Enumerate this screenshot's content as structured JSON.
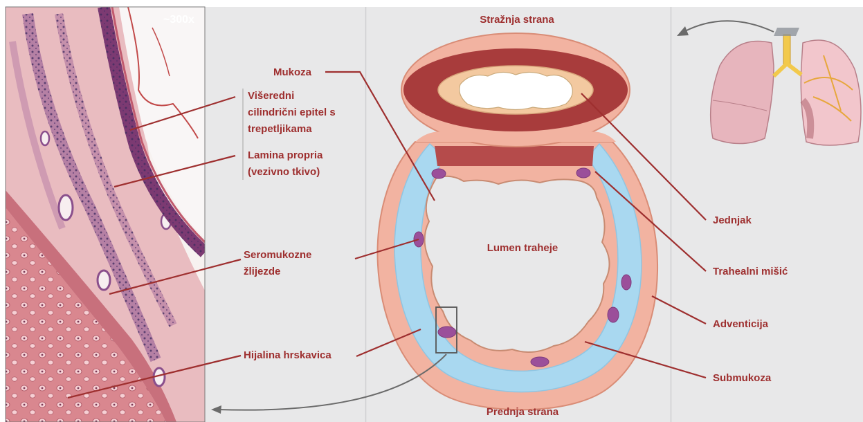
{
  "magnification": "~300x",
  "orientation": {
    "posterior": "Stražnja strana",
    "anterior": "Prednja strana"
  },
  "labels": {
    "mucosa": "Mukoza",
    "epithelium_l1": "Višeredni",
    "epithelium_l2": "cilindrični epitel s",
    "epithelium_l3": "trepetljikama",
    "lamina_l1": "Lamina propria",
    "lamina_l2": "(vezivno tkivo)",
    "glands_l1": "Seromukozne",
    "glands_l2": "žlijezde",
    "cartilage": "Hijalina hrskavica",
    "lumen": "Lumen traheje",
    "esophagus": "Jednjak",
    "trachealis": "Trahealni mišić",
    "adventitia": "Adventicija",
    "submucosa": "Submukoza"
  },
  "colors": {
    "label": "#9e2f2f",
    "leader": "#9e2f2f",
    "panel": "#e8e8e9",
    "cartilage": "#a9d8f0",
    "submucosa": "#f2b3a1",
    "muscle": "#b54b4b",
    "gland": "#9b4f9a",
    "arrow": "#6b6b6b"
  }
}
